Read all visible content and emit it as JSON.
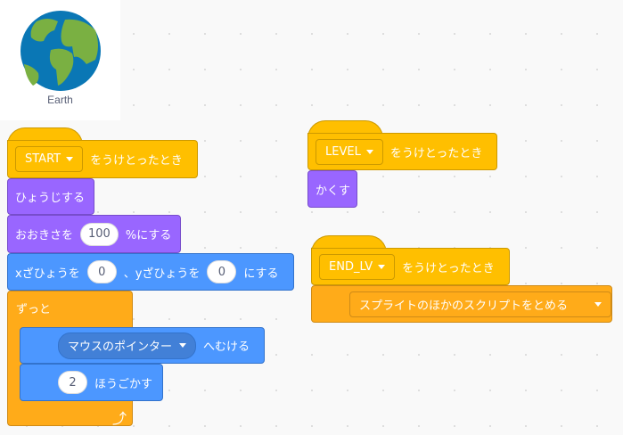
{
  "sprite": {
    "name": "Earth",
    "icon": "earth-globe-icon"
  },
  "colors": {
    "events": "#ffbf00",
    "looks": "#9966ff",
    "motion": "#4c97ff",
    "control": "#ffab19"
  },
  "script1": {
    "hat": {
      "message": "START",
      "label": "をうけとったとき"
    },
    "show": {
      "label": "ひょうじする"
    },
    "size": {
      "label": "おおきさを",
      "value": "100",
      "suffix": "%にする"
    },
    "goto": {
      "label_x": "xざひょうを",
      "x": "0",
      "label_y": "、yざひょうを",
      "y": "0",
      "suffix": "にする"
    },
    "forever": {
      "label": "ずっと",
      "icon": "loop-arrow-icon"
    },
    "point": {
      "target": "マウスのポインター",
      "suffix": "へむける"
    },
    "move": {
      "value": "2",
      "suffix": "ほうごかす"
    }
  },
  "script2": {
    "hat": {
      "message": "LEVEL",
      "label": "をうけとったとき"
    },
    "hide": {
      "label": "かくす"
    }
  },
  "script3": {
    "hat": {
      "message": "END_LV",
      "label": "をうけとったとき"
    },
    "stop": {
      "option": "スプライトのほかのスクリプトをとめる"
    }
  }
}
